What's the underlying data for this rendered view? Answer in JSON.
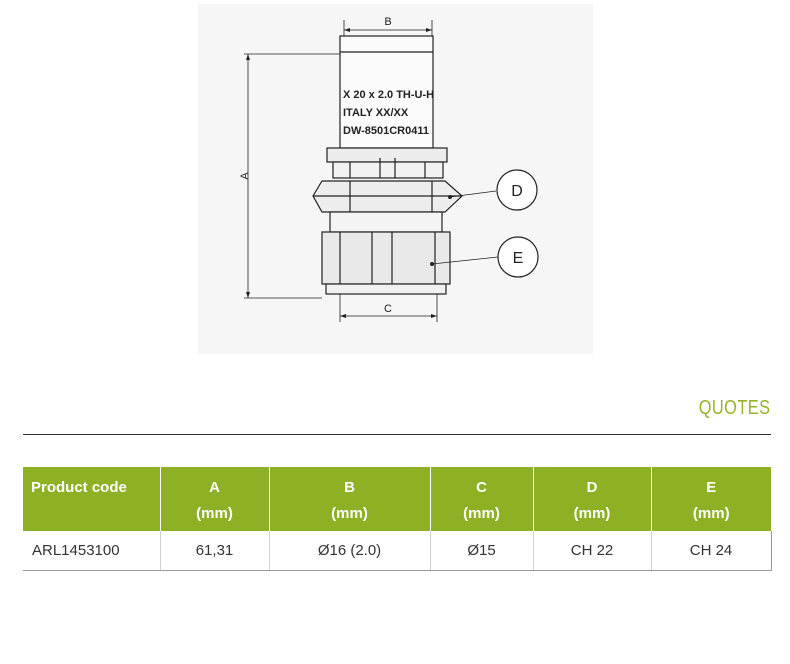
{
  "drawing": {
    "dim_labels": {
      "a": "A",
      "b": "B",
      "c": "C"
    },
    "callouts": {
      "d": "D",
      "e": "E"
    },
    "engraving": [
      "X 20 x 2.0  TH-U-H",
      "ITALY  XX/XX",
      "DW-8501CR0411"
    ]
  },
  "section": {
    "title": "QUOTES"
  },
  "table": {
    "headers": [
      {
        "line1": "Product code",
        "line2": ""
      },
      {
        "line1": "A",
        "line2": "(mm)"
      },
      {
        "line1": "B",
        "line2": "(mm)"
      },
      {
        "line1": "C",
        "line2": "(mm)"
      },
      {
        "line1": "D",
        "line2": "(mm)"
      },
      {
        "line1": "E",
        "line2": "(mm)"
      }
    ],
    "rows": [
      [
        "ARL1453100",
        "61,31",
        "Ø16 (2.0)",
        "Ø15",
        "CH 22",
        "CH 24"
      ]
    ]
  },
  "colors": {
    "accent": "#8db024",
    "title": "#95b42a"
  }
}
